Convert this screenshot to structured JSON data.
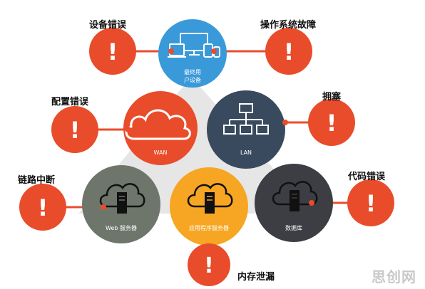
{
  "nodes": {
    "end_user": "最终用户设备",
    "wan": "WAN",
    "lan": "LAN",
    "web_server": "Web 服务器",
    "app_server": "应用程序服务器",
    "database": "数据库"
  },
  "faults": {
    "device_error": "设备错误",
    "os_fault": "操作系统故障",
    "config_error": "配置错误",
    "congestion": "拥塞",
    "link_break": "链路中断",
    "code_error": "代码错误",
    "memory_leak": "内存泄漏"
  },
  "alert_symbol": "!",
  "watermark": "思创网",
  "colors": {
    "alert": "#e94c2b",
    "end_user": "#3a9ad9",
    "wan": "#e94c2b",
    "lan": "#3a4a5e",
    "web_server": "#6e766b",
    "app_server": "#f6a623",
    "database": "#3d3d44",
    "backdrop": "#e6e6e6"
  }
}
